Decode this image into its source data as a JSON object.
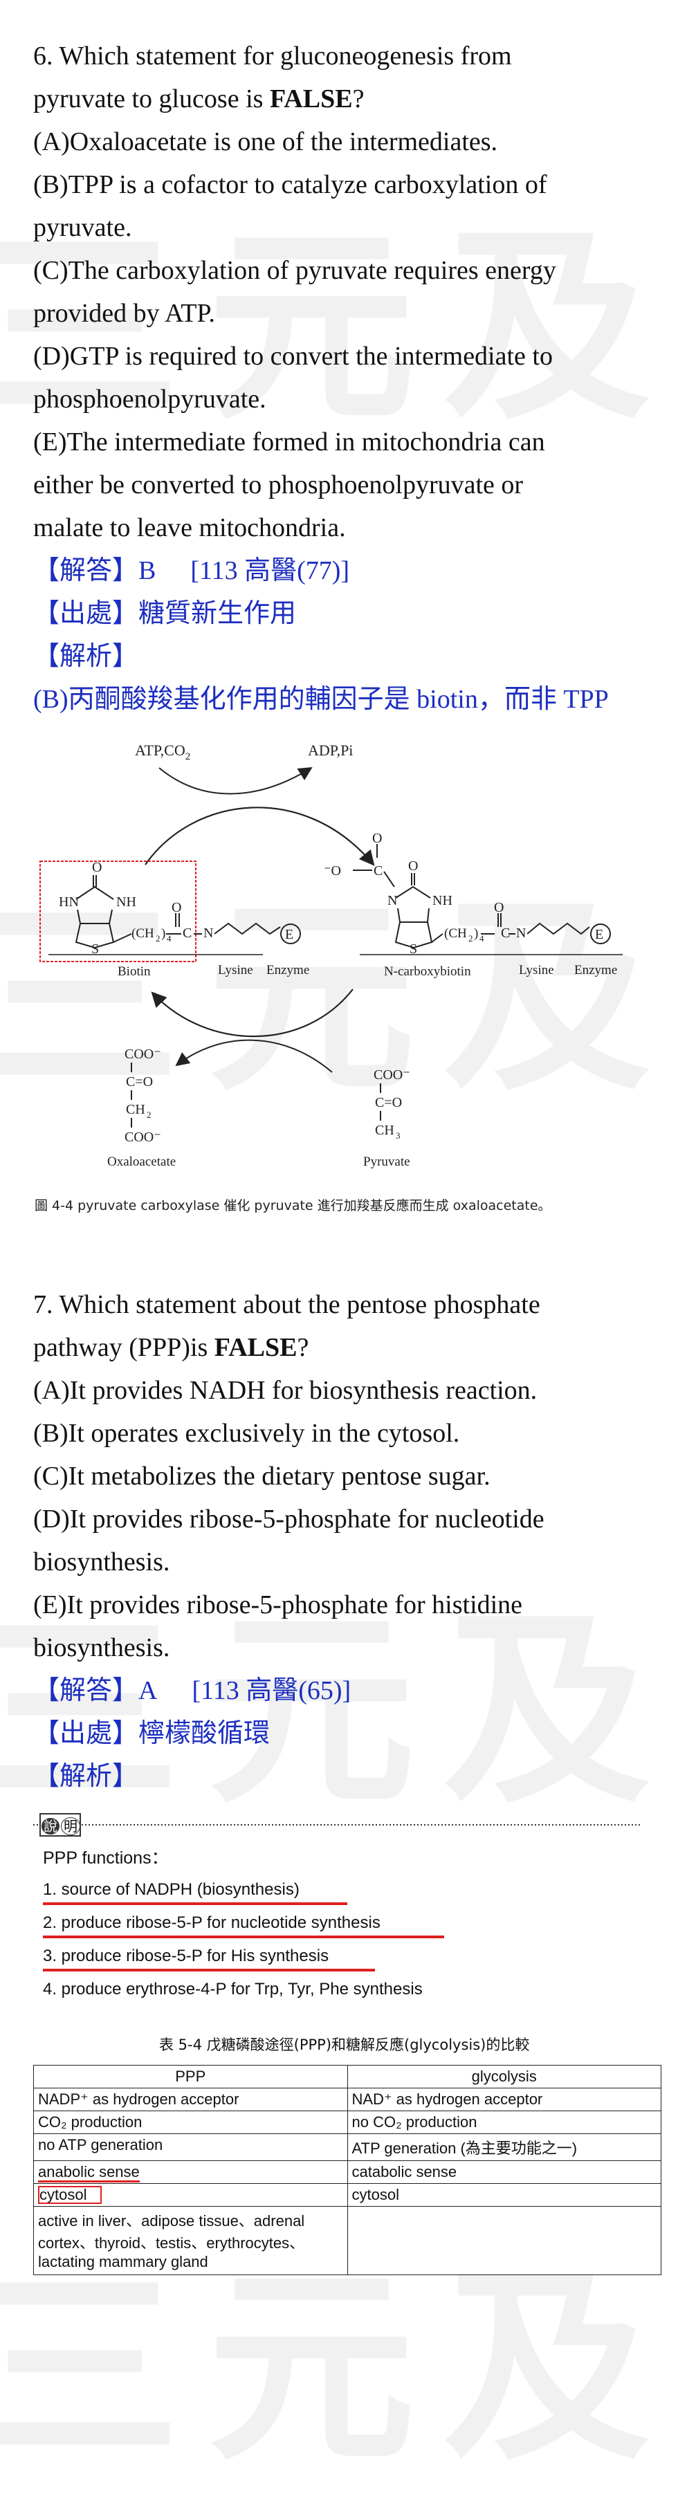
{
  "watermark": "三元及第",
  "q6": {
    "line1": "6. Which statement for gluconeogenesis from",
    "line2_pre": "pyruvate to glucose is ",
    "line2_bold": "FALSE",
    "line2_post": "?",
    "options": [
      "(A)Oxaloacetate is one of the intermediates.",
      "(B)TPP is a cofactor to catalyze carboxylation of",
      "pyruvate.",
      "(C)The carboxylation of pyruvate requires energy",
      "provided by ATP.",
      "(D)GTP is required to convert the intermediate to",
      "phosphoenolpyruvate.",
      "(E)The intermediate formed in mitochondria can",
      "either be converted to phosphoenolpyruvate or",
      "malate to leave mitochondria."
    ],
    "answer_label": "【解答】B",
    "answer_ref": "[113 高醫(77)]",
    "source": "【出處】糖質新生作用",
    "analysis_label": "【解析】",
    "analysis_text": "(B)丙酮酸羧基化作用的輔因子是 biotin，而非 TPP"
  },
  "figure": {
    "atp": "ATP,CO",
    "atp_sub": "2",
    "adp": "ADP,Pi",
    "biotin": "Biotin",
    "lysine": "Lysine",
    "enzyme": "Enzyme",
    "n_carboxybiotin": "N-carboxybiotin",
    "lysine2": "Lysine",
    "enzyme2": "Enzyme",
    "oxaloacetate": "Oxaloacetate",
    "pyruvate": "Pyruvate",
    "e_label": "E",
    "caption": "圖 4-4   pyruvate carboxylase 催化 pyruvate 進行加羧基反應而生成 oxaloacetate。"
  },
  "q7": {
    "line1": "7. Which statement about the pentose phosphate",
    "line2_pre": "pathway (PPP)is ",
    "line2_bold": "FALSE",
    "line2_post": "?",
    "options": [
      "(A)It provides NADH for biosynthesis reaction.",
      "(B)It operates exclusively in the cytosol.",
      "(C)It metabolizes the dietary pentose sugar.",
      "(D)It provides ribose-5-phosphate for nucleotide",
      "biosynthesis.",
      "(E)It provides ribose-5-phosphate for histidine",
      "biosynthesis."
    ],
    "answer_label": "【解答】A",
    "answer_ref": "[113 高醫(65)]",
    "source": "【出處】檸檬酸循環",
    "analysis_label": "【解析】"
  },
  "note_box": {
    "tag1": "說",
    "tag2": "明",
    "title": "PPP functions：",
    "items": [
      "1. source of NADPH (biosynthesis)",
      "2. produce ribose-5-P for nucleotide synthesis",
      "3. produce ribose-5-P for His synthesis",
      "4. produce erythrose-4-P for Trp, Tyr, Phe synthesis"
    ]
  },
  "table": {
    "caption": "表 5-4   戊糖磷酸途徑(PPP)和糖解反應(glycolysis)的比較",
    "headers": [
      "PPP",
      "glycolysis"
    ],
    "rows": [
      [
        "NADP⁺ as hydrogen acceptor",
        "NAD⁺ as hydrogen acceptor"
      ],
      [
        "CO₂ production",
        "no CO₂ production"
      ],
      [
        "no ATP generation",
        "ATP generation (為主要功能之一)"
      ],
      [
        "anabolic sense",
        "catabolic sense"
      ],
      [
        "cytosol",
        "cytosol"
      ],
      [
        "active in liver、adipose tissue、adrenal cortex、thyroid、testis、erythrocytes、lactating mammary gland",
        ""
      ]
    ]
  }
}
